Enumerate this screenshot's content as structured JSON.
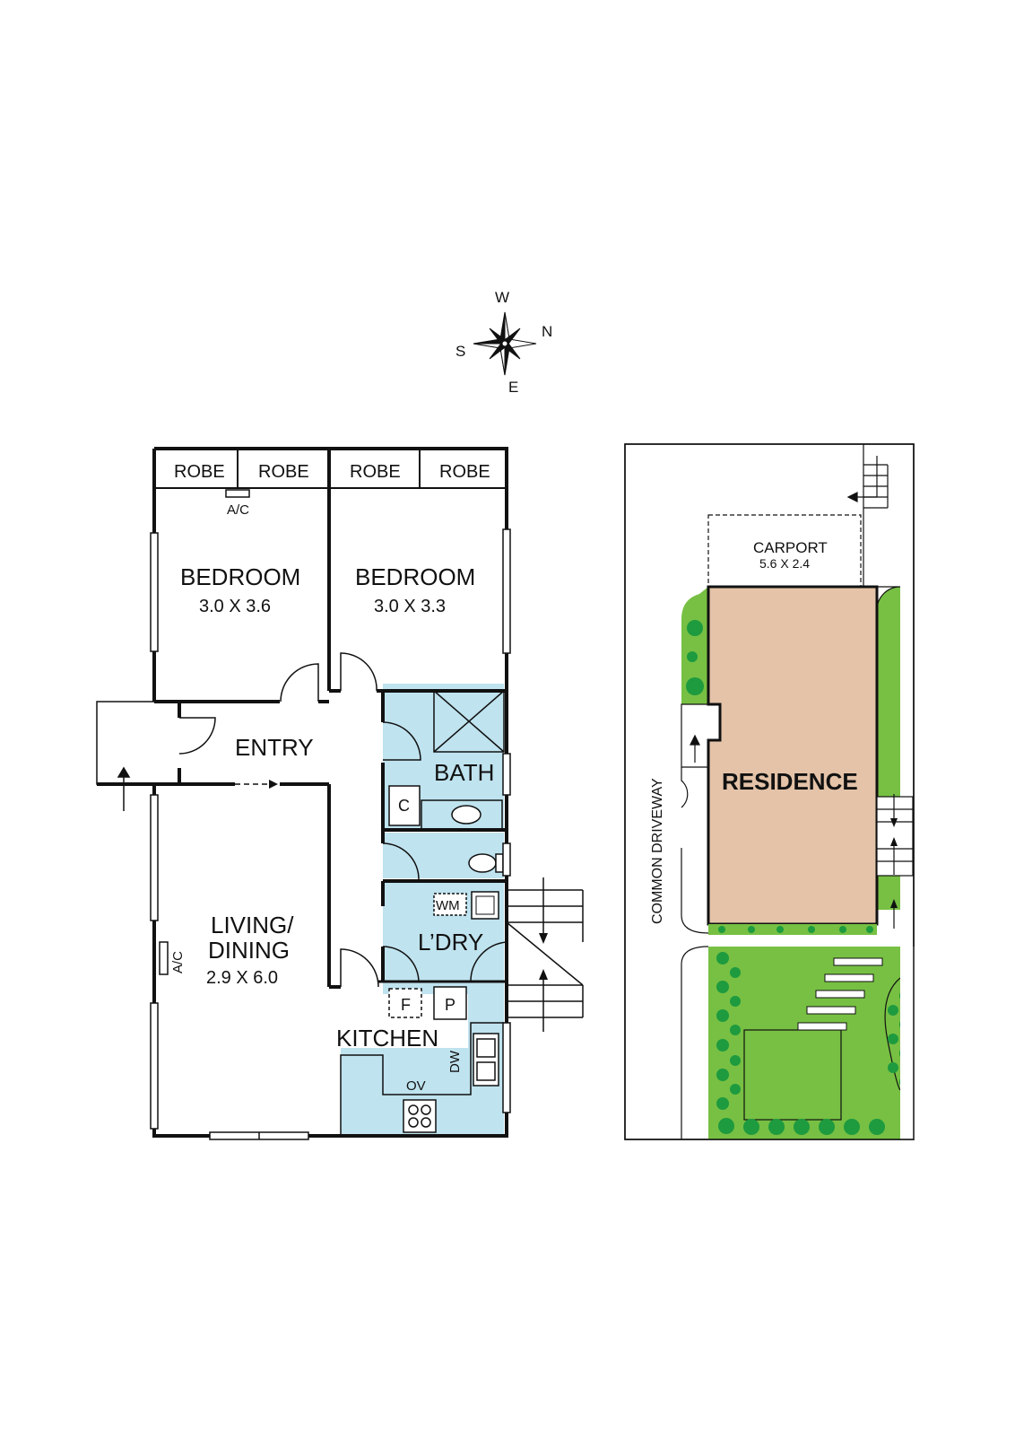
{
  "compass": {
    "w": "W",
    "n": "N",
    "s": "S",
    "e": "E"
  },
  "rooms": {
    "robe1": "ROBE",
    "robe2": "ROBE",
    "robe3": "ROBE",
    "robe4": "ROBE",
    "ac_top": "A/C",
    "bedroom1_name": "BEDROOM",
    "bedroom1_size": "3.0 X 3.6",
    "bedroom2_name": "BEDROOM",
    "bedroom2_size": "3.0 X 3.3",
    "entry": "ENTRY",
    "bath": "BATH",
    "cupboard": "C",
    "laundry": "L’DRY",
    "washing_machine": "WM",
    "living_line1": "LIVING/",
    "living_line2": "DINING",
    "living_size": "2.9 X 6.0",
    "ac_side": "A/C",
    "fridge": "F",
    "pantry": "P",
    "kitchen": "KITCHEN",
    "dishwasher": "DW",
    "oven": "OV"
  },
  "site": {
    "carport_name": "CARPORT",
    "carport_size": "5.6 X 2.4",
    "residence": "RESIDENCE",
    "driveway": "COMMON DRIVEWAY"
  },
  "colors": {
    "wet_area": "#bfe3ef",
    "residence": "#e4c3a8",
    "lawn": "#77c043",
    "shrub": "#1e9a3f",
    "wall": "#111111"
  }
}
